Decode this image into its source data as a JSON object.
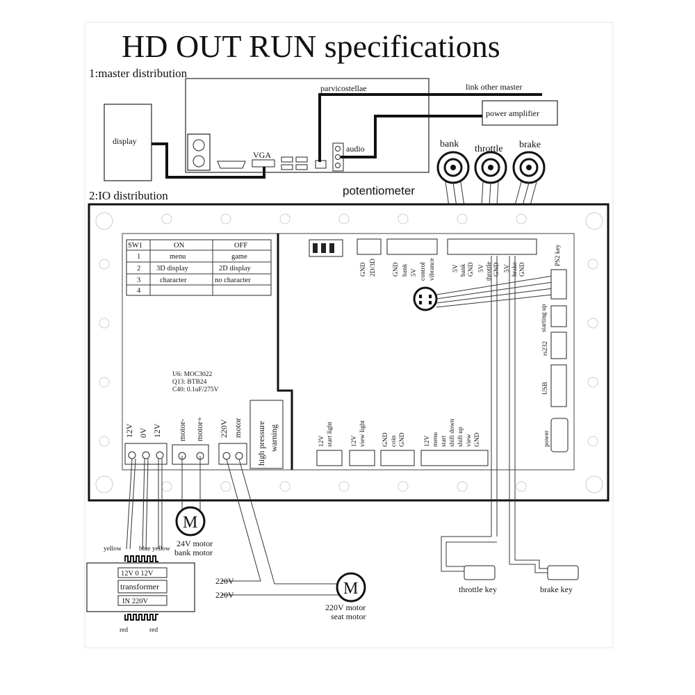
{
  "title": "HD OUT RUN specifications",
  "sections": {
    "master": "1:master  distribution",
    "io": "2:IO distribution"
  },
  "master": {
    "display": "display",
    "vga": "VGA",
    "audio": "audio",
    "parvicostellae": "parvicostellae",
    "link_other_master": "link  other master",
    "power_amplifier": "power amplifier"
  },
  "potentiometers": {
    "label": "potentiometer",
    "items": [
      "bank",
      "throttle",
      "brake"
    ]
  },
  "sw_table": {
    "headers": [
      "SW1",
      "ON",
      "OFF"
    ],
    "rows": [
      [
        "1",
        "menu",
        "game"
      ],
      [
        "2",
        "3D display",
        "2D display"
      ],
      [
        "3",
        "character",
        "no character"
      ],
      [
        "4",
        "",
        ""
      ]
    ]
  },
  "components": [
    "U6:   MOC3022",
    "Q13:  BTB24",
    "C40:  0.1uF/275V"
  ],
  "bottom_left_pins": [
    "12V",
    "0V",
    "12V"
  ],
  "motor_pins": [
    "motor-",
    "motor+"
  ],
  "seat_pins": [
    "220V",
    "motor"
  ],
  "warning": [
    "high pressure",
    "warning"
  ],
  "connectors": {
    "gnd_2d3d": [
      "GND",
      "2D/3D"
    ],
    "control": [
      "GND",
      "bank",
      "5V",
      "control",
      "vibrance"
    ],
    "pot_pins": [
      "5V",
      "bank",
      "GND",
      "5V",
      "throttle",
      "GND",
      "5V",
      "brake",
      "GND"
    ],
    "start_light": [
      "12V",
      "start light"
    ],
    "view_light": [
      "12V",
      "view light"
    ],
    "coin": [
      "GND",
      "coin",
      "GND"
    ],
    "buttons": [
      "12V",
      "menu",
      "start",
      "shift down",
      "shift up",
      "view",
      "GND"
    ]
  },
  "right_ports": [
    "PS2 key",
    "starting up",
    "rs232",
    "USB",
    "power"
  ],
  "motors": {
    "bank_letter": "M",
    "bank_label": [
      "24V motor",
      "bank motor"
    ],
    "seat_letter": "M",
    "seat_label": [
      "220V motor",
      "seat motor"
    ],
    "v220_a": "220V",
    "v220_b": "220V"
  },
  "transformer": {
    "wires_top": [
      "yellow",
      "blue",
      "yellow"
    ],
    "taps": "12V  0  12V",
    "name": "transformer",
    "input": "IN    220V",
    "wires_bottom": [
      "red",
      "red"
    ]
  },
  "keys": {
    "throttle": "throttle key",
    "brake": "brake key"
  }
}
